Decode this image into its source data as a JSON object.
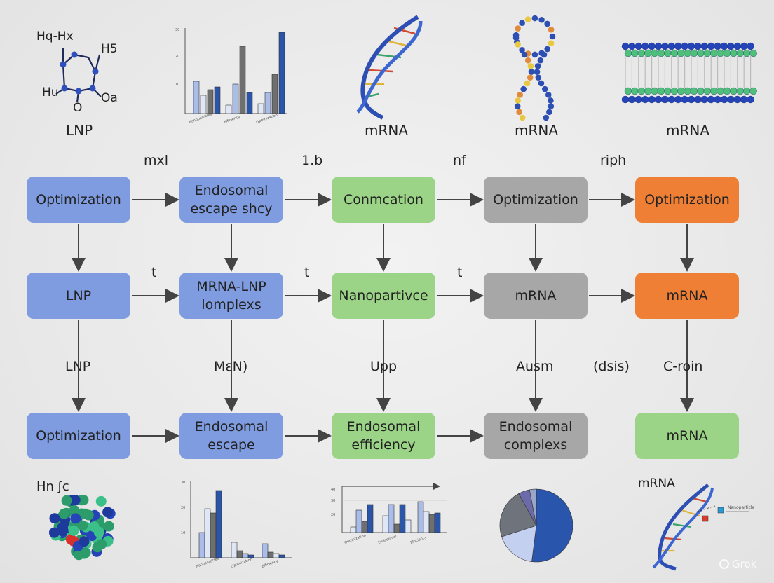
{
  "colors": {
    "blue": "#7f9ce0",
    "green": "#9bd487",
    "gray": "#a7a7a7",
    "orange": "#ee7f34",
    "arrow": "#444444"
  },
  "top_illustrations": {
    "molecule": {
      "labels": [
        "Hq-Hx",
        "H5",
        "Hu",
        "O",
        "Oa"
      ],
      "caption": "LNP"
    },
    "bar_chart_1": {
      "caption": ""
    },
    "dna_helix": {
      "caption": "mRNA"
    },
    "rna_loop": {
      "caption": "mRNA"
    },
    "lipid_bilayer": {
      "caption": "mRNA"
    }
  },
  "column_labels": [
    "mxl",
    "1.b",
    "nf",
    "riph"
  ],
  "row1": [
    {
      "label": "Optimization",
      "color": "blue"
    },
    {
      "label": "Endosomal escape shcy",
      "color": "blue"
    },
    {
      "label": "Conmcation",
      "color": "green"
    },
    {
      "label": "Optimization",
      "color": "gray"
    },
    {
      "label": "Optimization",
      "color": "orange"
    }
  ],
  "row2_arrow_labels": [
    "t",
    "t",
    "t"
  ],
  "row2": [
    {
      "label": "LNP",
      "color": "blue"
    },
    {
      "label": "MRNA-LNP lomplexs",
      "color": "blue"
    },
    {
      "label": "Nanopartivce",
      "color": "green"
    },
    {
      "label": "mRNA",
      "color": "gray"
    },
    {
      "label": "mRNA",
      "color": "orange"
    }
  ],
  "row3_labels": [
    "LNP",
    "MεN)",
    "Upp",
    "Ausm",
    "(dsis)",
    "C-roin"
  ],
  "row4": [
    {
      "label": "Optimization",
      "color": "blue"
    },
    {
      "label": "Endosomal escape",
      "color": "blue"
    },
    {
      "label": "Endosomal efficiency",
      "color": "green"
    },
    {
      "label": "Endosomal complexs",
      "color": "gray"
    },
    {
      "label": "mRNA",
      "color": "green"
    }
  ],
  "bottom_illustrations": {
    "nanoparticle": {
      "label": "Hn ʃc"
    },
    "pie_chart": {
      "slices": [
        0.52,
        0.18,
        0.22,
        0.05,
        0.03
      ]
    },
    "dna_helix_2": {
      "label": "mRNA"
    }
  },
  "watermark": "Grok"
}
